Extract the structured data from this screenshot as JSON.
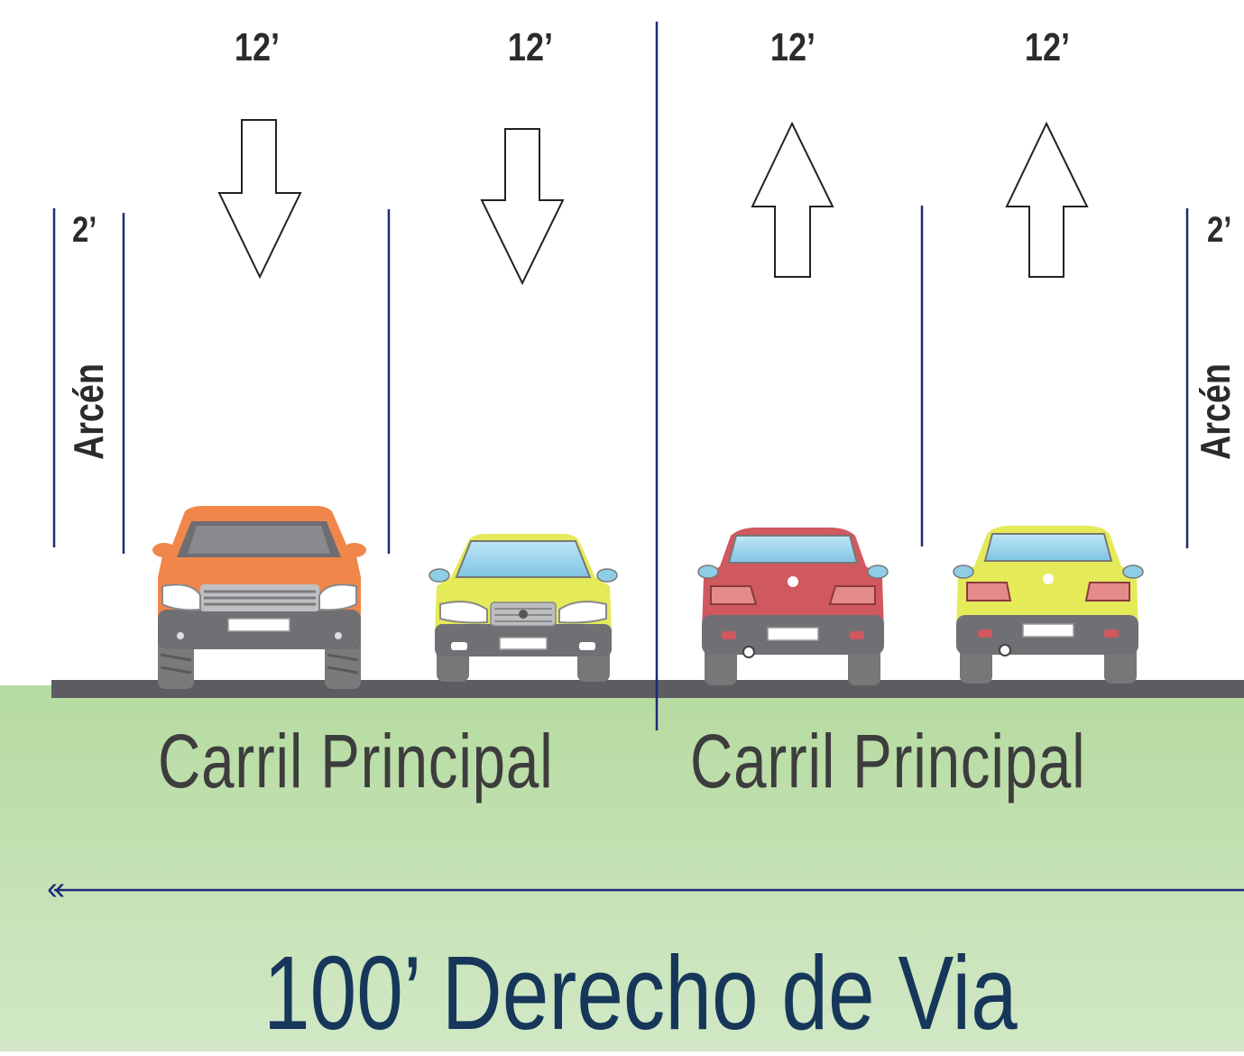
{
  "lane_widths": [
    "12’",
    "12’",
    "12’",
    "12’"
  ],
  "shoulder_widths": [
    "2’",
    "2’"
  ],
  "shoulder_labels": [
    "Arcén",
    "Arcén"
  ],
  "lane_names": [
    "Carril Principal",
    "Carril Principal"
  ],
  "right_of_way": "100’ Derecho de Via",
  "direction_arrows": [
    "down",
    "down",
    "up",
    "up"
  ],
  "vehicles": [
    {
      "name": "orange-suv-front",
      "color": "#f0864a"
    },
    {
      "name": "yellow-car-front",
      "color": "#e4ea58"
    },
    {
      "name": "red-car-rear",
      "color": "#d0585f"
    },
    {
      "name": "yellow-car-rear",
      "color": "#e4ea58"
    }
  ],
  "colors": {
    "lane_line": "#1e2a78",
    "road": "#5c5c62",
    "ground_top": "#b5dba0",
    "ground_bottom": "#cfe7c3",
    "title": "#16375a"
  }
}
